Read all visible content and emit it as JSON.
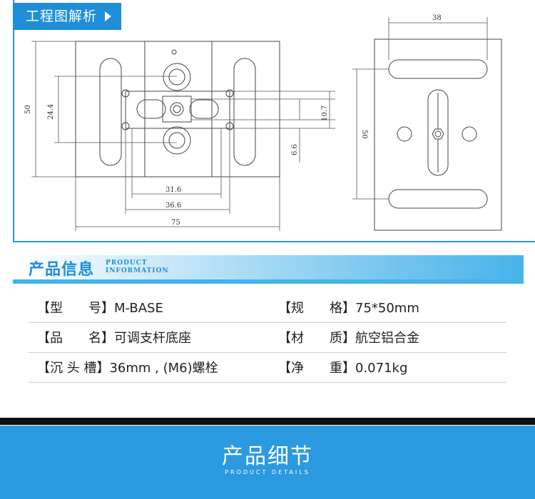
{
  "header": {
    "tab_label": "工程图解析"
  },
  "drawing": {
    "dimensions": {
      "height_total": "50",
      "height_inner": "24.4",
      "slot_width": "10.7",
      "offset": "6.6",
      "width_31_6": "31.6",
      "width_36_6": "36.6",
      "width_total": "75",
      "side_width": "38",
      "side_height": "50"
    }
  },
  "info_section": {
    "title": "产品信息",
    "title_en_line1": "PRODUCT",
    "title_en_line2": "INFORMATION"
  },
  "info_rows": [
    {
      "left": "【型　　号】M-BASE",
      "right": "【规　　格】75*50mm"
    },
    {
      "left": "【品　　名】可调支杆底座",
      "right": "【材　　质】航空铝合金"
    },
    {
      "left": "【沉 头 槽】36mm , (M6)螺栓",
      "right": "【净　　重】0.071kg"
    }
  ],
  "details_section": {
    "title": "产品细节",
    "subtitle": "PRODUCT  DETAILS"
  },
  "colors": {
    "accent": "#1e8fd6",
    "banner_light": "#bfe4f8",
    "bottom_bg": "#2c9ae0",
    "dark_bar": "#111111"
  }
}
